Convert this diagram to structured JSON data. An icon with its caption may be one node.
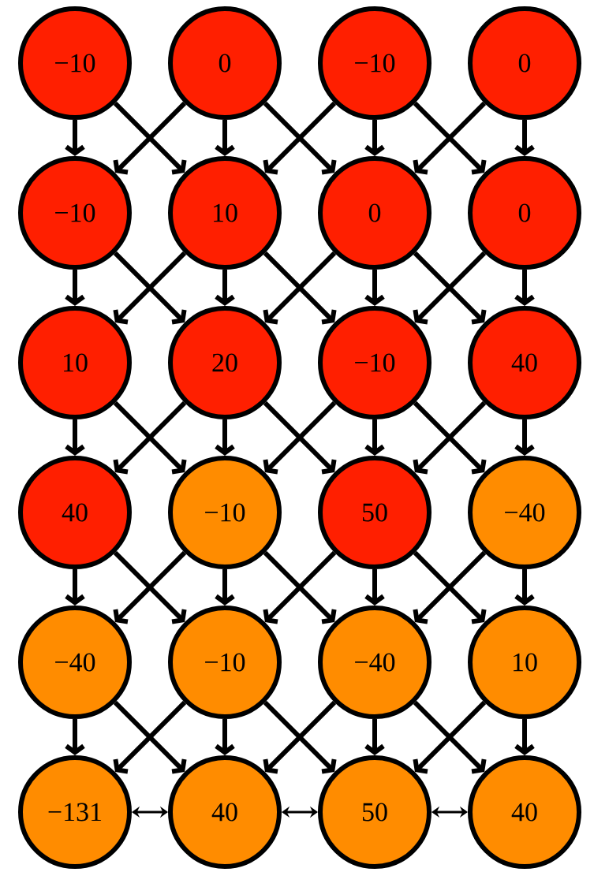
{
  "diagram": {
    "nodes": [
      {
        "text": [
          "−10"
        ]
      },
      {
        "text": [
          "0"
        ]
      },
      {
        "text": [
          "−10"
        ]
      },
      {
        "text": [
          "0"
        ]
      },
      {
        "text": [
          "−10"
        ]
      },
      {
        "text": [
          "10"
        ]
      },
      {
        "text": [
          "0"
        ]
      },
      {
        "text": [
          "0"
        ]
      },
      {
        "text": [
          "10"
        ]
      },
      {
        "text": [
          "20"
        ]
      },
      {
        "text": [
          "−10"
        ]
      },
      {
        "text": [
          "40"
        ]
      },
      {
        "text": [
          "40"
        ]
      },
      {
        "text": [
          "−10"
        ]
      },
      {
        "text": [
          "50"
        ]
      },
      {
        "text": [
          "−40"
        ]
      },
      {
        "text": [
          "−40"
        ]
      },
      {
        "text": [
          "−10"
        ]
      },
      {
        "text": [
          "−40"
        ]
      },
      {
        "text": [
          "10"
        ]
      },
      {
        "text": [
          "−131"
        ]
      },
      {
        "text": [
          "40"
        ]
      },
      {
        "text": [
          "50"
        ]
      },
      {
        "text": [
          "40"
        ]
      }
    ],
    "edges": [
      {
        "from": 0,
        "to": 4,
        "arrow": "to"
      },
      {
        "from": 0,
        "to": 5,
        "arrow": "to"
      },
      {
        "from": 1,
        "to": 5,
        "arrow": "to"
      },
      {
        "from": 1,
        "to": 4,
        "arrow": "to"
      },
      {
        "from": 1,
        "to": 6,
        "arrow": "to"
      },
      {
        "from": 2,
        "to": 6,
        "arrow": "to"
      },
      {
        "from": 2,
        "to": 5,
        "arrow": "to"
      },
      {
        "from": 2,
        "to": 7,
        "arrow": "to"
      },
      {
        "from": 3,
        "to": 7,
        "arrow": "to"
      },
      {
        "from": 3,
        "to": 6,
        "arrow": "to"
      },
      {
        "from": 4,
        "to": 8,
        "arrow": "to"
      },
      {
        "from": 4,
        "to": 9,
        "arrow": "to"
      },
      {
        "from": 5,
        "to": 9,
        "arrow": "to"
      },
      {
        "from": 5,
        "to": 8,
        "arrow": "to"
      },
      {
        "from": 5,
        "to": 10,
        "arrow": "to"
      },
      {
        "from": 6,
        "to": 10,
        "arrow": "to"
      },
      {
        "from": 6,
        "to": 9,
        "arrow": "to"
      },
      {
        "from": 6,
        "to": 11,
        "arrow": "to"
      },
      {
        "from": 7,
        "to": 11,
        "arrow": "to"
      },
      {
        "from": 7,
        "to": 10,
        "arrow": "to"
      },
      {
        "from": 8,
        "to": 12,
        "arrow": "to"
      },
      {
        "from": 8,
        "to": 13,
        "arrow": "to"
      },
      {
        "from": 9,
        "to": 13,
        "arrow": "to"
      },
      {
        "from": 9,
        "to": 12,
        "arrow": "to"
      },
      {
        "from": 9,
        "to": 14,
        "arrow": "to"
      },
      {
        "from": 10,
        "to": 14,
        "arrow": "to"
      },
      {
        "from": 10,
        "to": 13,
        "arrow": "to"
      },
      {
        "from": 10,
        "to": 15,
        "arrow": "to"
      },
      {
        "from": 11,
        "to": 15,
        "arrow": "to"
      },
      {
        "from": 11,
        "to": 14,
        "arrow": "to"
      },
      {
        "from": 12,
        "to": 16,
        "arrow": "to"
      },
      {
        "from": 12,
        "to": 17,
        "arrow": "to"
      },
      {
        "from": 13,
        "to": 17,
        "arrow": "to"
      },
      {
        "from": 13,
        "to": 16,
        "arrow": "to"
      },
      {
        "from": 13,
        "to": 18,
        "arrow": "to"
      },
      {
        "from": 14,
        "to": 18,
        "arrow": "to"
      },
      {
        "from": 14,
        "to": 17,
        "arrow": "to"
      },
      {
        "from": 14,
        "to": 19,
        "arrow": "to"
      },
      {
        "from": 15,
        "to": 19,
        "arrow": "to"
      },
      {
        "from": 15,
        "to": 18,
        "arrow": "to"
      },
      {
        "from": 16,
        "to": 20,
        "arrow": "to"
      },
      {
        "from": 16,
        "to": 21,
        "arrow": "to"
      },
      {
        "from": 17,
        "to": 21,
        "arrow": "to"
      },
      {
        "from": 17,
        "to": 20,
        "arrow": "to"
      },
      {
        "from": 17,
        "to": 22,
        "arrow": "to"
      },
      {
        "from": 18,
        "to": 22,
        "arrow": "to"
      },
      {
        "from": 18,
        "to": 21,
        "arrow": "to"
      },
      {
        "from": 18,
        "to": 23,
        "arrow": "to"
      },
      {
        "from": 19,
        "to": 23,
        "arrow": "to"
      },
      {
        "from": 19,
        "to": 22,
        "arrow": "to"
      },
      {
        "from": 20,
        "to": 21,
        "arrow": "both"
      },
      {
        "from": 21,
        "to": 22,
        "arrow": "both"
      },
      {
        "from": 22,
        "to": 23,
        "arrow": "both"
      }
    ]
  }
}
